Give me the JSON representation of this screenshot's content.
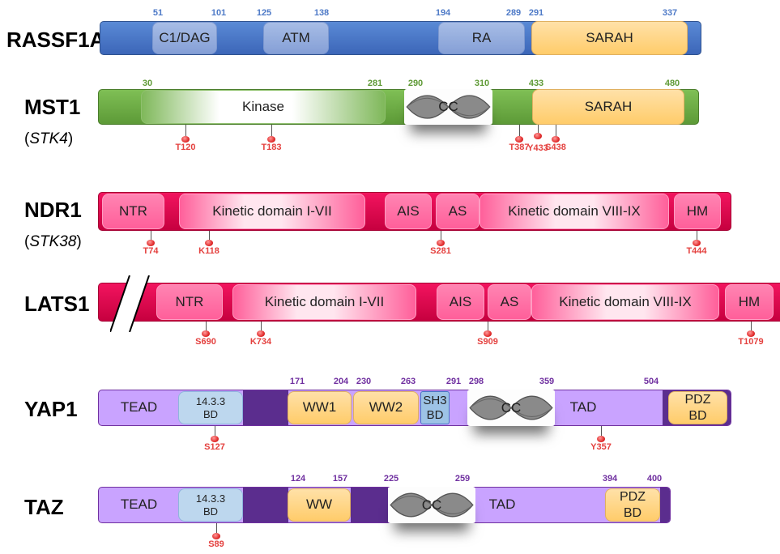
{
  "proteins": {
    "rassf1a": {
      "name": "RASSF1A",
      "domains": {
        "c1dag": "C1/DAG",
        "atm": "ATM",
        "ra": "RA",
        "sarah": "SARAH"
      },
      "positions": [
        "51",
        "101",
        "125",
        "138",
        "194",
        "289",
        "291",
        "337"
      ]
    },
    "mst1": {
      "name": "MST1",
      "alias_open": "(",
      "alias": "STK4",
      "alias_close": ")",
      "domains": {
        "kinase": "Kinase",
        "cc": "CC",
        "sarah": "SARAH"
      },
      "positions": [
        "30",
        "281",
        "290",
        "310",
        "433",
        "480"
      ],
      "sites": [
        "T120",
        "T183",
        "T387",
        "Y433",
        "S438"
      ]
    },
    "ndr1": {
      "name": "NDR1",
      "alias_open": "(",
      "alias": "STK38",
      "alias_close": ")",
      "domains": {
        "ntr": "NTR",
        "kd1": "Kinetic domain I-VII",
        "ais": "AIS",
        "as": "AS",
        "kd2": "Kinetic domain VIII-IX",
        "hm": "HM"
      },
      "sites": [
        "T74",
        "K118",
        "S281",
        "T444"
      ]
    },
    "lats1": {
      "name": "LATS1",
      "domains": {
        "ntr": "NTR",
        "kd1": "Kinetic domain I-VII",
        "ais": "AIS",
        "as": "AS",
        "kd2": "Kinetic domain VIII-IX",
        "hm": "HM"
      },
      "sites": [
        "S690",
        "K734",
        "S909",
        "T1079"
      ]
    },
    "yap1": {
      "name": "YAP1",
      "domains": {
        "tead": "TEAD",
        "bd1433_l1": "14.3.3",
        "bd1433_l2": "BD",
        "ww1": "WW1",
        "ww2": "WW2",
        "sh3_l1": "SH3",
        "sh3_l2": "BD",
        "cc": "CC",
        "tad": "TAD",
        "pdz_l1": "PDZ",
        "pdz_l2": "BD"
      },
      "positions": [
        "171",
        "204",
        "230",
        "263",
        "291",
        "298",
        "359",
        "504"
      ],
      "sites": [
        "S127",
        "Y357"
      ]
    },
    "taz": {
      "name": "TAZ",
      "domains": {
        "tead": "TEAD",
        "bd1433_l1": "14.3.3",
        "bd1433_l2": "BD",
        "ww": "WW",
        "cc": "CC",
        "tad": "TAD",
        "pdz_l1": "PDZ",
        "pdz_l2": "BD"
      },
      "positions": [
        "124",
        "157",
        "225",
        "259",
        "394",
        "400"
      ],
      "sites": [
        "S89"
      ]
    }
  },
  "colors": {
    "rassf1a_bar": "#4472c4",
    "rassf1a_domain": "#8faadc",
    "rassf1a_numbers": "#4e7ac7",
    "mst1_bar": "#70ad47",
    "mst1_numbers": "#5f9a36",
    "sarah": "#ffd37f",
    "ndr_bar": "#e4004f",
    "ndr_domain": "#ff5f9a",
    "yap_bar": "#c9a3ff",
    "yap_dark": "#5b2d8e",
    "yap_numbers": "#7030a0",
    "bd1433": "#bdd7ee",
    "site_label": "#e4413f"
  }
}
